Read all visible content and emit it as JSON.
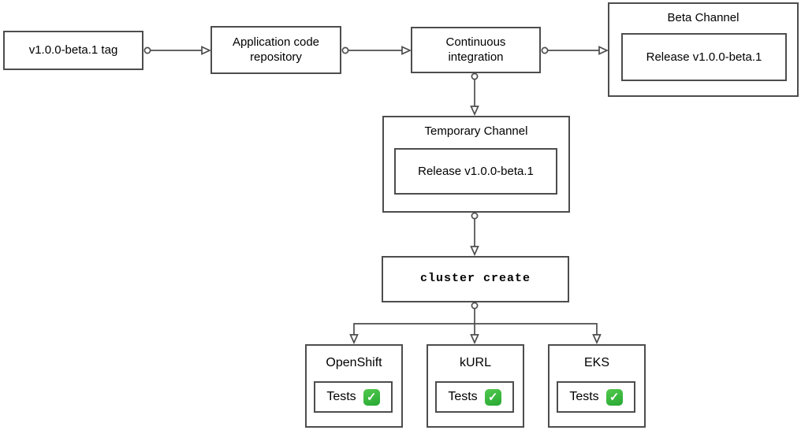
{
  "diagram": {
    "background_color": "#ffffff",
    "stroke_color": "#4d4d4d",
    "text_color": "#000000",
    "nodes": {
      "tag": {
        "label": "v1.0.0-beta.1 tag"
      },
      "repo": {
        "label": "Application code\nrepository"
      },
      "ci": {
        "label": "Continuous\nintegration"
      },
      "beta_channel": {
        "title": "Beta Channel",
        "release_label": "Release v1.0.0-beta.1"
      },
      "temp_channel": {
        "title": "Temporary Channel",
        "release_label": "Release v1.0.0-beta.1"
      },
      "cluster_create": {
        "label": "cluster create"
      },
      "clusters": [
        {
          "title": "OpenShift",
          "tests_label": "Tests",
          "status_icon": "check-mark-button-icon"
        },
        {
          "title": "kURL",
          "tests_label": "Tests",
          "status_icon": "check-mark-button-icon"
        },
        {
          "title": "EKS",
          "tests_label": "Tests",
          "status_icon": "check-mark-button-icon"
        }
      ]
    },
    "check_icon": {
      "glyph": "✓",
      "color": "#2db04a"
    },
    "edges": [
      "tag -> repo",
      "repo -> ci",
      "ci -> beta_channel",
      "ci -> temp_channel",
      "temp_channel -> cluster_create",
      "cluster_create -> openshift",
      "cluster_create -> kurl",
      "cluster_create -> eks"
    ]
  }
}
